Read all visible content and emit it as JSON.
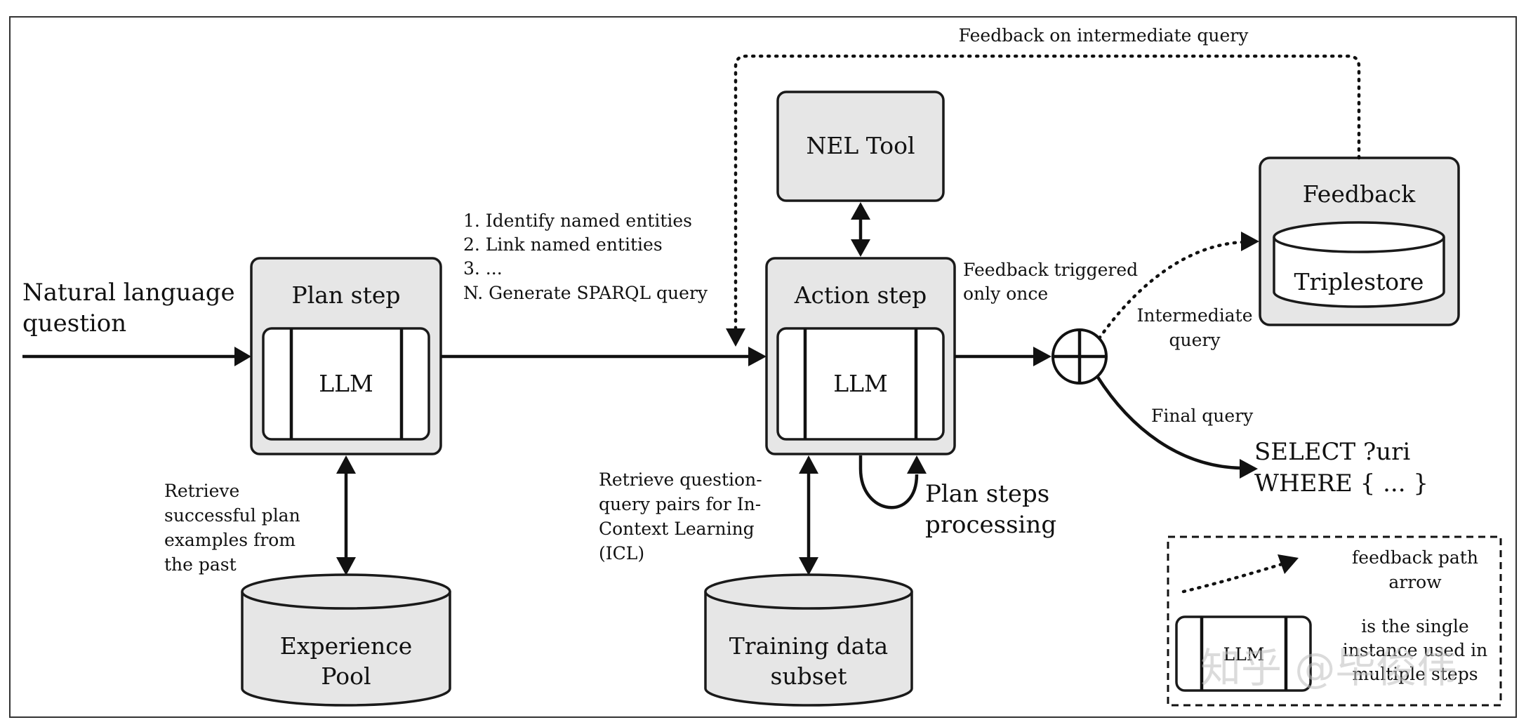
{
  "input": {
    "label_lines": [
      "Natural language",
      "question"
    ]
  },
  "plan_step": {
    "title": "Plan step",
    "llm": "LLM"
  },
  "action_step": {
    "title": "Action step",
    "llm": "LLM"
  },
  "nel_tool": {
    "title": "NEL Tool"
  },
  "feedback": {
    "title": "Feedback",
    "store": "Triplestore"
  },
  "experience_pool": {
    "lines": [
      "Experience",
      "Pool"
    ]
  },
  "training_data": {
    "lines": [
      "Training data",
      "subset"
    ]
  },
  "plan_list": [
    "1. Identify named entities",
    "2. Link named entities",
    "3. ...",
    "N. Generate SPARQL query"
  ],
  "retrieve_plan": [
    "Retrieve",
    "successful plan",
    "examples from",
    "the past"
  ],
  "retrieve_icl": [
    "Retrieve question-",
    "query pairs for In-",
    "Context Learning",
    "(ICL)"
  ],
  "plan_steps_processing": [
    "Plan steps",
    "processing"
  ],
  "feedback_triggered": [
    "Feedback triggered",
    "only once"
  ],
  "feedback_intermediate": "Feedback on intermediate query",
  "intermediate_query": [
    "Intermediate",
    "query"
  ],
  "final_query": {
    "label": "Final query",
    "lines": [
      "SELECT ?uri",
      "WHERE { ... }"
    ]
  },
  "legend": {
    "dotted_label": [
      "feedback path",
      "arrow"
    ],
    "llm_label": "LLM",
    "llm_desc": [
      "is the single",
      "instance used in",
      "multiple steps"
    ]
  },
  "watermark": "知乎 @毕俊伟"
}
